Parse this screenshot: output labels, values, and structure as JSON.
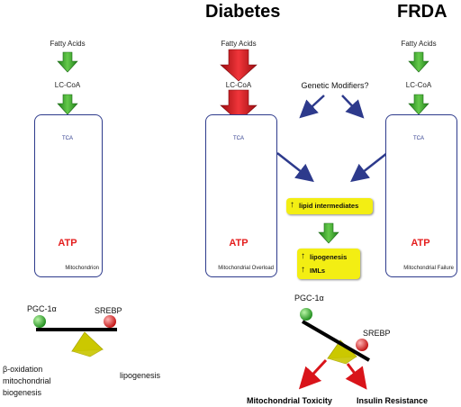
{
  "headers": {
    "diabetes": "Diabetes",
    "frda": "FRDA"
  },
  "columns": {
    "normal": {
      "fatty_acids": "Fatty Acids",
      "lc_coa": "LC-CoA",
      "tca": "TCA",
      "atp": "ATP",
      "caption": "Mitochondrion"
    },
    "diabetes": {
      "fatty_acids": "Fatty Acids",
      "lc_coa": "LC-CoA",
      "tca": "TCA",
      "atp": "ATP",
      "caption": "Mitochondrial Overload"
    },
    "frda": {
      "fatty_acids": "Fatty Acids",
      "lc_coa": "LC-CoA",
      "tca": "TCA",
      "atp": "ATP",
      "caption": "Mitochondrial Failure"
    }
  },
  "center": {
    "genetic_modifiers": "Genetic Modifiers?",
    "lipid_intermediates": "lipid intermediates",
    "lipogenesis": "lipogenesis",
    "imls": "IMLs"
  },
  "balance_left": {
    "pgc": "PGC-1α",
    "srebp": "SREBP",
    "left_note_1": "β-oxidation",
    "left_note_2": "mitochondrial",
    "left_note_3": "biogenesis",
    "right_note": "lipogenesis"
  },
  "balance_right": {
    "pgc": "PGC-1α",
    "srebp": "SREBP",
    "outcome_left": "Mitochondrial Toxicity",
    "outcome_right": "Insulin Resistance"
  },
  "colors": {
    "green_arrow": "#3aa52a",
    "red_arrow": "#d9141a",
    "pale_arrow": "#efec9e",
    "navy": "#2d3a8c",
    "atp_red": "#e41e1e",
    "yellow_box": "#f3ee13"
  }
}
